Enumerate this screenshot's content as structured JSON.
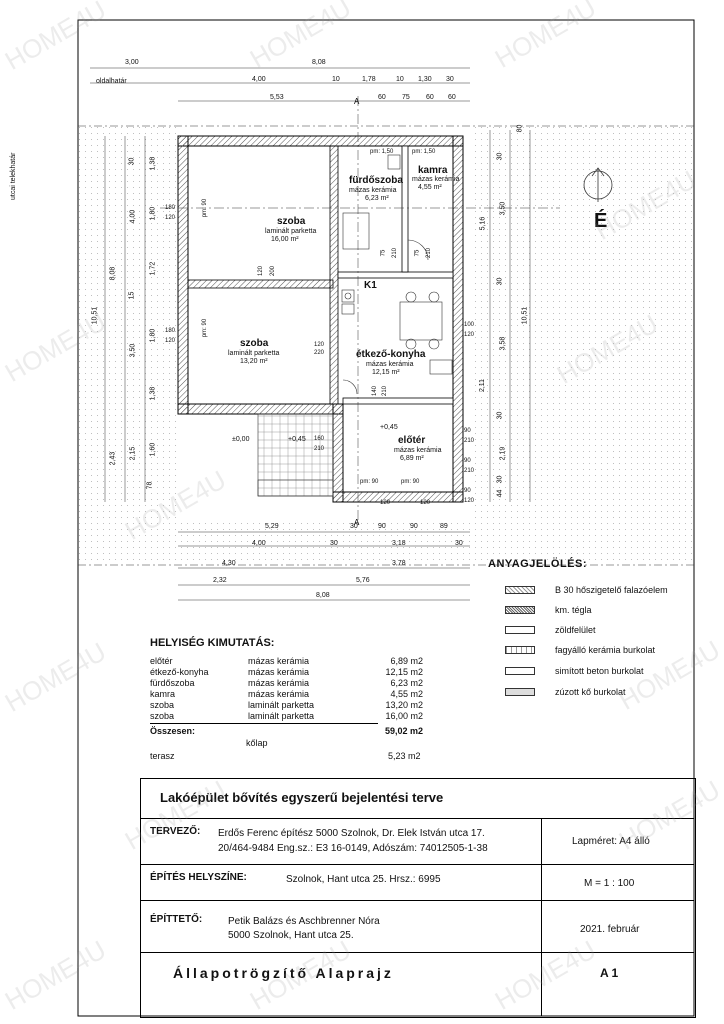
{
  "watermark": "HOME4U",
  "plan": {
    "side_label": "oldalhatár",
    "street_label": "utcai telekhatár",
    "north_label": "É",
    "rooms": [
      {
        "name": "fürdőszoba",
        "floor": "mázas kerámia",
        "area": "6,23 m²"
      },
      {
        "name": "kamra",
        "floor": "mázas kerámia",
        "area": "4,55 m²"
      },
      {
        "name": "szoba",
        "floor": "laminált parketta",
        "area": "16,00 m²"
      },
      {
        "name": "szoba",
        "floor": "laminált parketta",
        "area": "13,20 m²"
      },
      {
        "name": "étkező-konyha",
        "floor": "mázas kerámia",
        "area": "12,15 m²"
      },
      {
        "name": "előtér",
        "floor": "mázas kerámia",
        "area": "6,89 m²"
      }
    ],
    "k1": "K1",
    "levels": [
      "±0,00",
      "+0,45",
      "+0,45"
    ],
    "dims_top": [
      "3,00",
      "8,08",
      "4,00",
      "10",
      "1,78",
      "10",
      "1,30",
      "30",
      "5,53",
      "60",
      "75",
      "60",
      "60"
    ],
    "dims_bottom": [
      "5,29",
      "30",
      "90",
      "90",
      "89",
      "4,00",
      "30",
      "3,18",
      "30",
      "4,30",
      "3,78",
      "2,32",
      "5,76",
      "8,08"
    ],
    "dims_left": [
      "30",
      "1,38",
      "1,80",
      "4,00",
      "8,08",
      "1,72",
      "15",
      "10,51",
      "1,80",
      "3,50",
      "1,38",
      "2,43",
      "2,15",
      "1,60",
      "78"
    ],
    "dims_right": [
      "80",
      "30",
      "5,16",
      "3,50",
      "10,51",
      "30",
      "3,58",
      "2,11",
      "30",
      "2,19",
      "30",
      "44"
    ],
    "openings": [
      "pm: 1,50",
      "pm: 1,50",
      "pm: 90",
      "pm: 90",
      "pm: 90",
      "pm: 90",
      "75",
      "210",
      "75",
      "210",
      "120",
      "200",
      "120",
      "220",
      "140",
      "210",
      "160",
      "210",
      "180",
      "120",
      "180",
      "120",
      "100",
      "120",
      "120",
      "120",
      "90",
      "210",
      "90",
      "210",
      "90",
      "120"
    ]
  },
  "legend": {
    "title": "ANYAGJELÖLÉS:",
    "items": [
      {
        "label": "B 30 hőszigetelő falazóelem",
        "color": "#cfcfcf"
      },
      {
        "label": "km. tégla",
        "color": "#9a9a9a"
      },
      {
        "label": "zöldfelület",
        "color": "#ffffff"
      },
      {
        "label": "fagyálló kerámia burkolat",
        "color": "#f4f4f4"
      },
      {
        "label": "simított beton burkolat",
        "color": "#ffffff"
      },
      {
        "label": "zúzott kő burkolat",
        "color": "#dddddd"
      }
    ]
  },
  "room_table": {
    "title": "HELYISÉG KIMUTATÁS:",
    "rows": [
      {
        "name": "előtér",
        "floor": "mázas kerámia",
        "area": "6,89 m2"
      },
      {
        "name": "étkező-konyha",
        "floor": "mázas kerámia",
        "area": "12,15 m2"
      },
      {
        "name": "fürdőszoba",
        "floor": "mázas kerámia",
        "area": "6,23 m2"
      },
      {
        "name": "kamra",
        "floor": "mázas kerámia",
        "area": "4,55 m2"
      },
      {
        "name": "szoba",
        "floor": "laminált parketta",
        "area": "13,20 m2"
      },
      {
        "name": "szoba",
        "floor": "laminált parketta",
        "area": "16,00 m2"
      }
    ],
    "total_label": "Összesen:",
    "total_value": "59,02 m2",
    "terrace_floor": "kőlap",
    "terrace_label": "terasz",
    "terrace_area": "5,23 m2"
  },
  "title_block": {
    "project": "Lakóépület bővítés egyszerű bejelentési  terve",
    "designer_label": "TERVEZŐ:",
    "designer_line1": "Erdős Ferenc építész 5000 Szolnok, Dr. Elek István utca 17.",
    "designer_line2": "20/464-9484 Eng.sz.: E3 16-0149, Adószám: 74012505-1-38",
    "paper_size": "Lapméret: A4 álló",
    "site_label": "ÉPÍTÉS HELYSZÍNE:",
    "site_value": "Szolnok, Hant utca 25. Hrsz.: 6995",
    "scale": "M = 1 : 100",
    "client_label": "ÉPÍTTETŐ:",
    "client_line1": "Petik Balázs és Aschbrenner Nóra",
    "client_line2": "5000 Szolnok, Hant utca 25.",
    "date": "2021. február",
    "drawing_title": "Állapotrögzítő Alaprajz",
    "sheet": "A 1"
  }
}
